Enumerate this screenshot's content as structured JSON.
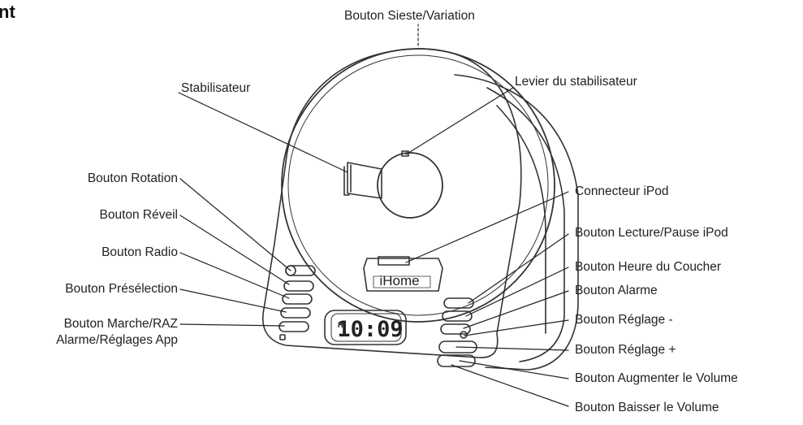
{
  "title_fragment": "nt",
  "brand": "iHome",
  "display_time": "10:09",
  "display_indicator": "H",
  "callouts": {
    "sieste": "Bouton Sieste/Variation",
    "levier": "Levier du stabilisateur",
    "stabilisateur": "Stabilisateur",
    "connecteur": "Connecteur iPod",
    "rotation": "Bouton Rotation",
    "reveil": "Bouton Réveil",
    "radio": "Bouton Radio",
    "preselection": "Bouton Présélection",
    "marche_line1": "Bouton Marche/RAZ",
    "marche_line2": "Alarme/Réglages App",
    "lecture": "Bouton Lecture/Pause iPod",
    "coucher": "Bouton Heure du Coucher",
    "alarme": "Bouton Alarme",
    "reglage_minus": "Bouton Réglage -",
    "reglage_plus": "Bouton Réglage +",
    "vol_up": "Bouton Augmenter le Volume",
    "vol_down": "Bouton Baisser le Volume"
  }
}
